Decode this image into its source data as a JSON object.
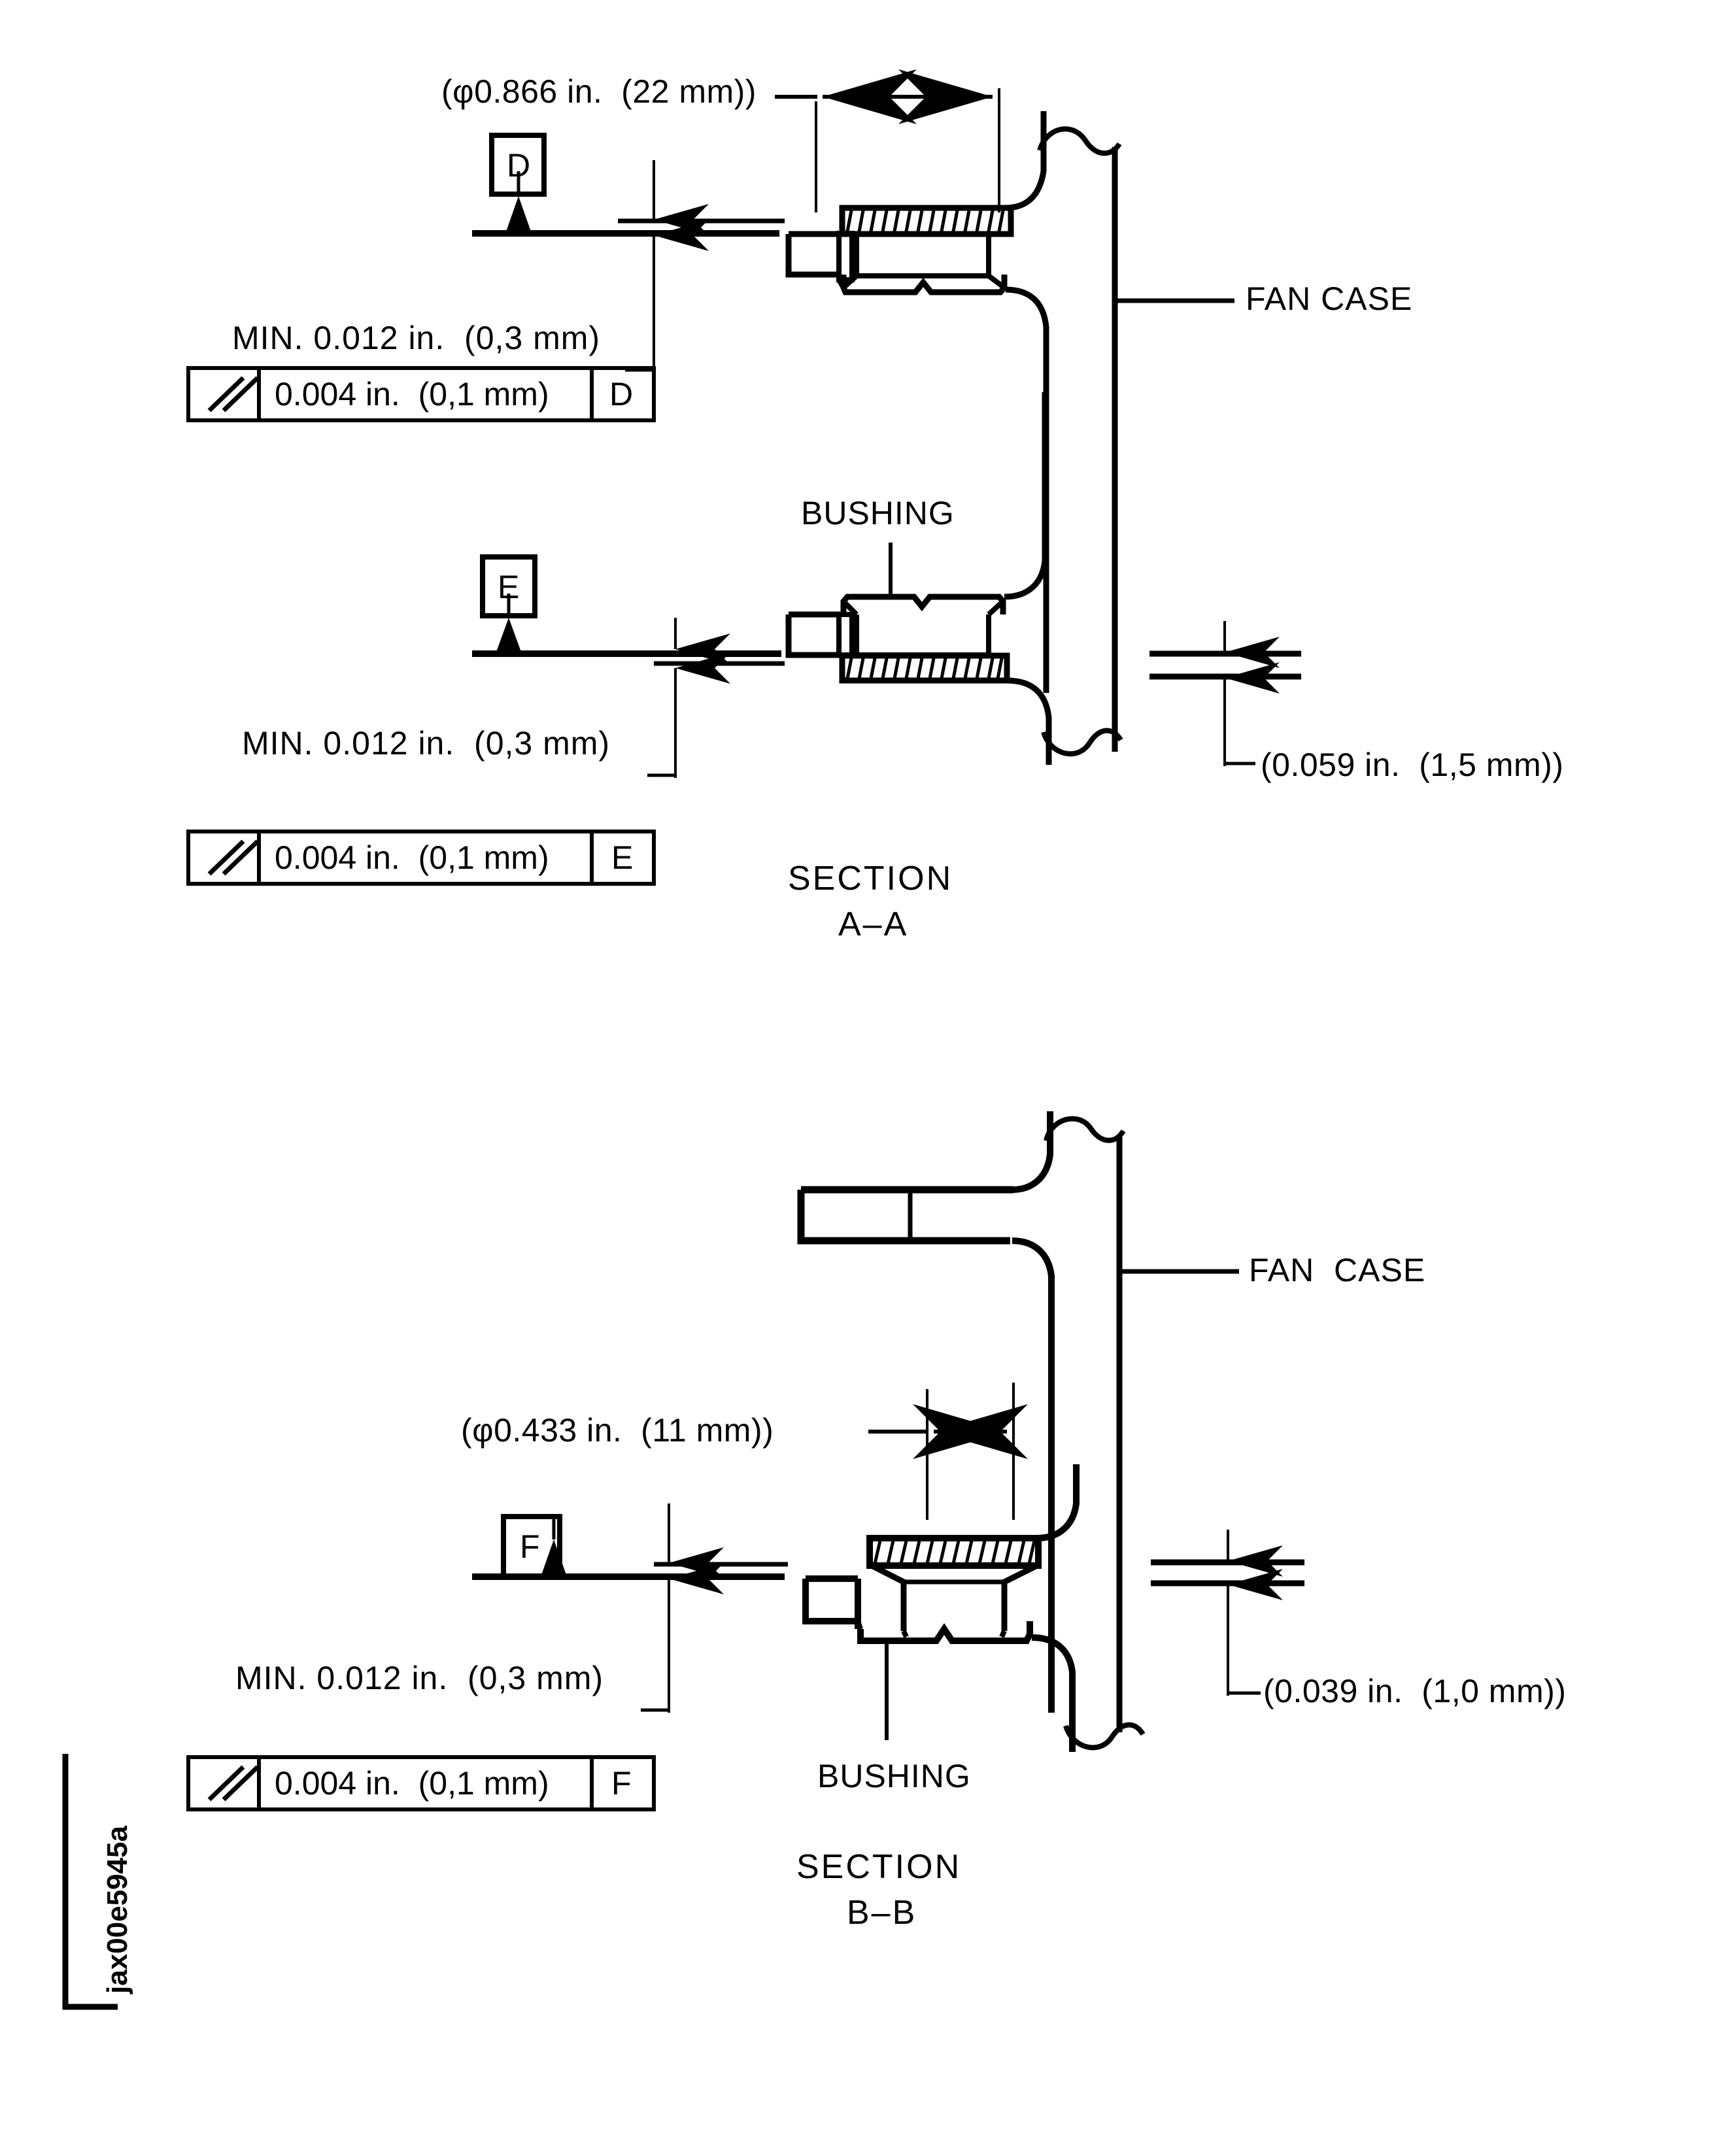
{
  "drawing": {
    "id_code": "jax00e5945a",
    "ink_color": "#000000",
    "background": "#ffffff"
  },
  "section_a": {
    "title_line1": "SECTION",
    "title_line2": "A–A",
    "bore_dimension": "(φ0.866 in.  (22 mm))",
    "fan_case_label": "FAN CASE",
    "bushing_label": "BUSHING",
    "thickness_dimension": "(0.059 in.  (1,5 mm))",
    "datum_d": {
      "letter": "D",
      "min_note": "MIN. 0.012 in.  (0,3 mm)",
      "fcf_symbol": "parallelism-icon",
      "fcf_tolerance": "0.004 in.  (0,1 mm)",
      "fcf_datum": "D"
    },
    "datum_e": {
      "letter": "E",
      "min_note": "MIN. 0.012 in.  (0,3 mm)",
      "fcf_symbol": "parallelism-icon",
      "fcf_tolerance": "0.004 in.  (0,1 mm)",
      "fcf_datum": "E"
    }
  },
  "section_b": {
    "title_line1": "SECTION",
    "title_line2": "B–B",
    "bore_dimension": "(φ0.433 in.  (11 mm))",
    "fan_case_label": "FAN  CASE",
    "bushing_label": "BUSHING",
    "thickness_dimension": "(0.039 in.  (1,0 mm))",
    "datum_f": {
      "letter": "F",
      "min_note": "MIN. 0.012 in.  (0,3 mm)",
      "fcf_symbol": "parallelism-icon",
      "fcf_tolerance": "0.004 in.  (0,1 mm)",
      "fcf_datum": "F"
    }
  }
}
